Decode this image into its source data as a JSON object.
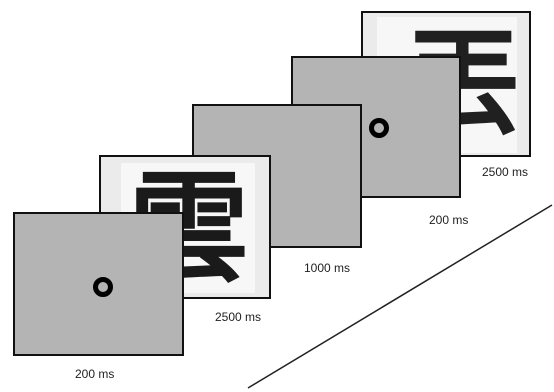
{
  "sequence": [
    {
      "kind": "fixation",
      "duration": "200 ms"
    },
    {
      "kind": "image",
      "character": "雲",
      "duration": "2500 ms"
    },
    {
      "kind": "blank",
      "duration": "1000 ms"
    },
    {
      "kind": "fixation",
      "duration": "200 ms"
    },
    {
      "kind": "image",
      "character": "丟",
      "duration": "2500 ms"
    }
  ],
  "colors": {
    "screen_gray": "#b4b4b4",
    "border": "#111111",
    "ink": "#1a1a1a",
    "paper": "#ebebeb"
  }
}
